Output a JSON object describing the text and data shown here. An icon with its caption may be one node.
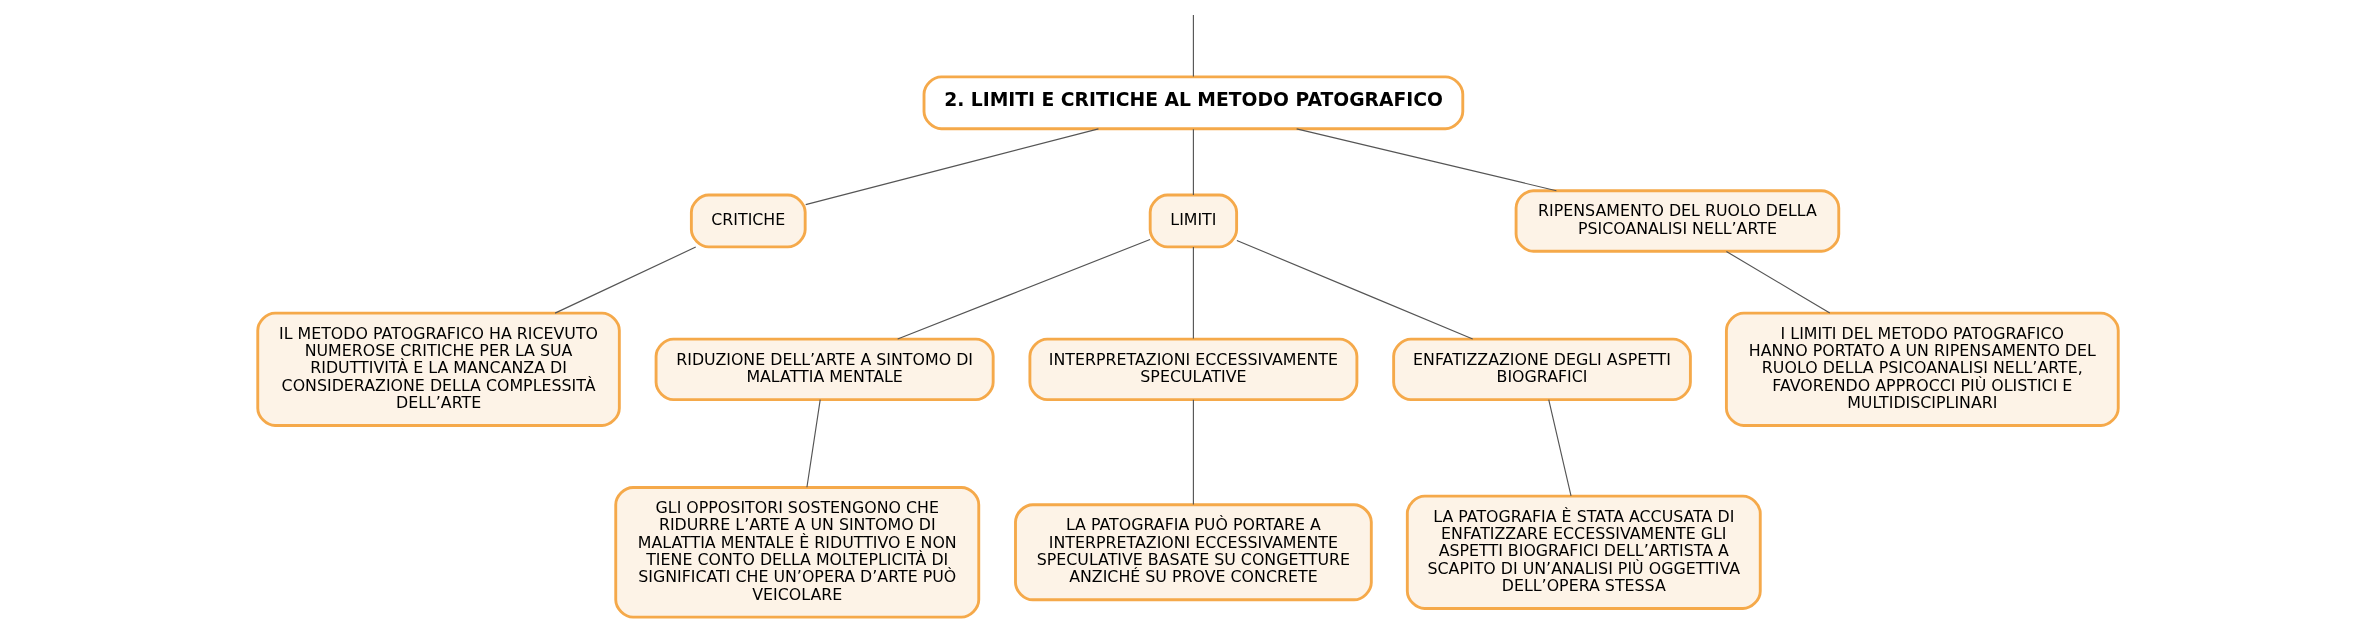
{
  "diagram": {
    "nodes": [
      {
        "text": [
          "2. LIMITI E CRITICHE AL METODO PATOGRAFICO"
        ]
      },
      {
        "text": [
          "CRITICHE"
        ]
      },
      {
        "text": [
          "LIMITI"
        ]
      },
      {
        "text": [
          "RIPENSAMENTO DEL RUOLO DELLA PSICOANALISI NELL’ARTE"
        ]
      },
      {
        "text": [
          "IL METODO PATOGRAFICO HA RICEVUTO NUMEROSE CRITICHE PER LA SUA RIDUTTIVITÀ E LA MANCANZA DI CONSIDERAZIONE DELLA COMPLESSITÀ DELL’ARTE"
        ]
      },
      {
        "text": [
          "RIDUZIONE DELL’ARTE A SINTOMO DI MALATTIA MENTALE"
        ]
      },
      {
        "text": [
          "INTERPRETAZIONI ECCESSIVAMENTE SPECULATIVE"
        ]
      },
      {
        "text": [
          "ENFATIZZAZIONE DEGLI ASPETTI BIOGRAFICI"
        ]
      },
      {
        "text": [
          "GLI OPPOSITORI SOSTENGONO CHE RIDURRE L’ARTE A UN SINTOMO DI MALATTIA MENTALE È RIDUTTIVO E NON TIENE CONTO DELLA MOLTEPLICITÀ DI SIGNIFICATI CHE UN’OPERA D’ARTE PUÒ VEICOLARE"
        ]
      },
      {
        "text": [
          "LA PATOGRAFIA PUÒ PORTARE A INTERPRETAZIONI ECCESSIVAMENTE SPECULATIVE BASATE SU CONGETTURE ANZICHÉ SU PROVE CONCRETE"
        ]
      },
      {
        "text": [
          "LA PATOGRAFIA È STATA ACCUSATA DI ENFATIZZARE ECCESSIVAMENTE GLI ASPETTI BIOGRAFICI DELL’ARTISTA A SCAPITO DI UN’ANALISI PIÙ OGGETTIVA DELL’OPERA STESSA"
        ]
      },
      {
        "text": [
          "I LIMITI DEL METODO PATOGRAFICO HANNO PORTATO A UN RIPENSAMENTO DEL RUOLO DELLA PSICOANALISI NELL’ARTE, FAVORENDO APPROCCI PIÙ OLISTICI E MULTIDISCIPLINARI"
        ]
      }
    ],
    "edges": [
      {
        "from": null,
        "to": 0,
        "arrow": "none"
      },
      {
        "from": 0,
        "to": 1,
        "arrow": "none"
      },
      {
        "from": 0,
        "to": 2,
        "arrow": "none"
      },
      {
        "from": 0,
        "to": 3,
        "arrow": "none"
      },
      {
        "from": 1,
        "to": 4,
        "arrow": "none"
      },
      {
        "from": 2,
        "to": 5,
        "arrow": "none"
      },
      {
        "from": 2,
        "to": 6,
        "arrow": "none"
      },
      {
        "from": 2,
        "to": 7,
        "arrow": "none"
      },
      {
        "from": 5,
        "to": 8,
        "arrow": "none"
      },
      {
        "from": 6,
        "to": 9,
        "arrow": "none"
      },
      {
        "from": 7,
        "to": 10,
        "arrow": "none"
      },
      {
        "from": 3,
        "to": 11,
        "arrow": "none"
      }
    ]
  }
}
